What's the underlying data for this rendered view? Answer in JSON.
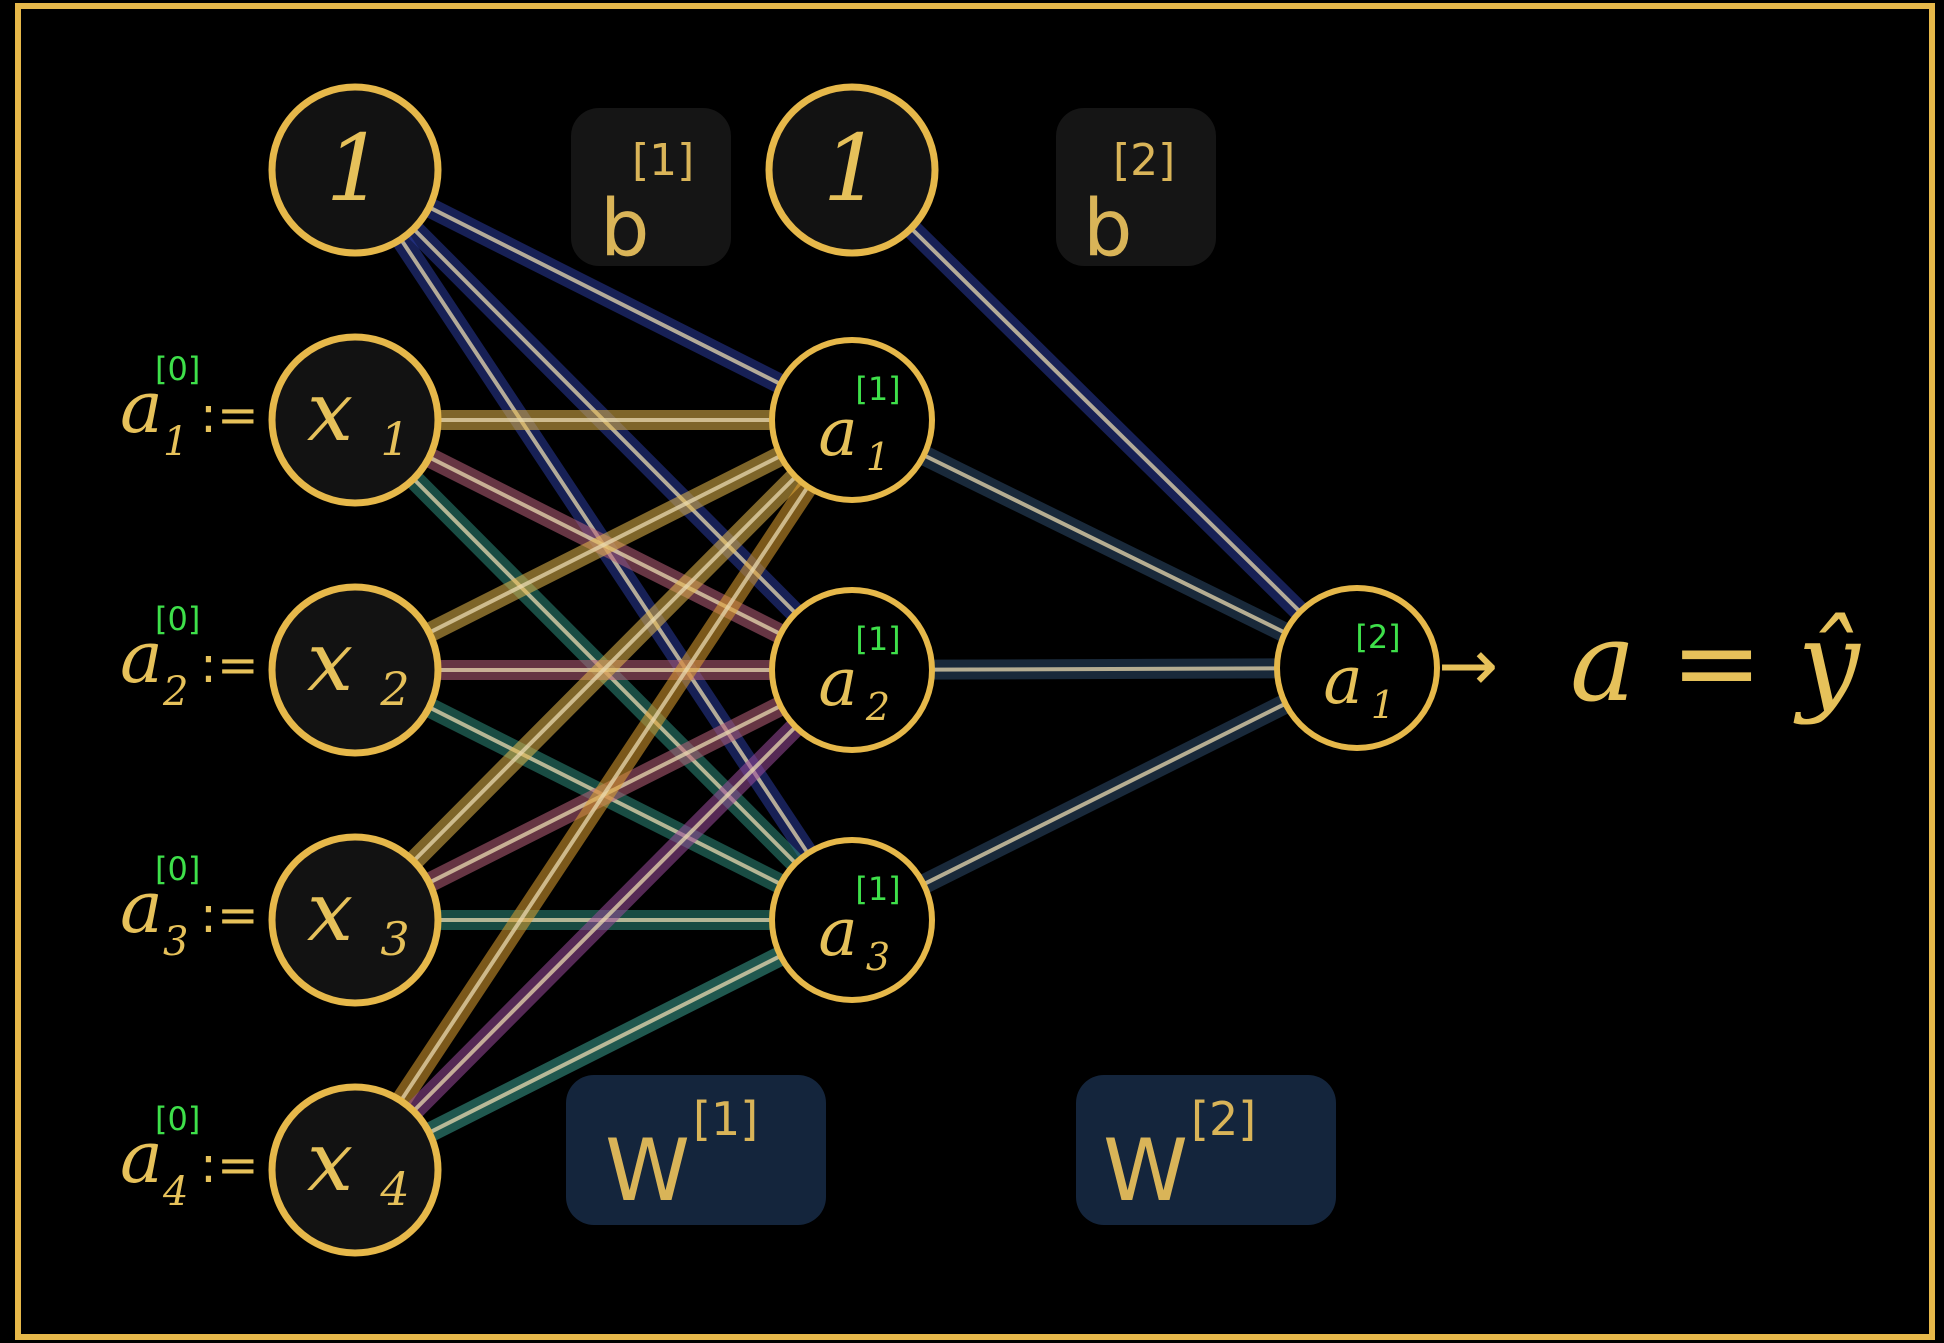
{
  "colors": {
    "background": "#000000",
    "frame": "#e6b84a",
    "node_fill": "#121212",
    "node_stroke": "#e6b84a",
    "text": "#e6c15a",
    "superscript": "#3ee04a",
    "bias_box": "#151515",
    "weight_box": "#14253c",
    "edge_from_bias": "#2a3a9a",
    "edge_from_x1": "#e6b84a",
    "edge_from_x2": "#b9607a",
    "edge_from_x3": "#2d8a7a",
    "edge_from_x4_to_a1": "#e0a030",
    "edge_from_x4_to_a2": "#9a4a9a",
    "edge_from_x4_to_a3": "#3aa090",
    "edge_hidden_to_output": "#2e4a6a"
  },
  "input_layer": {
    "bias_node": {
      "label": "1"
    },
    "nodes": [
      {
        "label": "x",
        "subscript": "1",
        "alias": "a",
        "alias_sub": "1",
        "alias_sup": "[0]",
        "assign": ":="
      },
      {
        "label": "x",
        "subscript": "2",
        "alias": "a",
        "alias_sub": "2",
        "alias_sup": "[0]",
        "assign": ":="
      },
      {
        "label": "x",
        "subscript": "3",
        "alias": "a",
        "alias_sub": "3",
        "alias_sup": "[0]",
        "assign": ":="
      },
      {
        "label": "x",
        "subscript": "4",
        "alias": "a",
        "alias_sub": "4",
        "alias_sup": "[0]",
        "assign": ":="
      }
    ]
  },
  "hidden_layer": {
    "bias_node": {
      "label": "1"
    },
    "nodes": [
      {
        "label": "a",
        "subscript": "1",
        "sup": "[1]"
      },
      {
        "label": "a",
        "subscript": "2",
        "sup": "[1]"
      },
      {
        "label": "a",
        "subscript": "3",
        "sup": "[1]"
      }
    ]
  },
  "output_layer": {
    "node": {
      "label": "a",
      "subscript": "1",
      "sup": "[2]"
    },
    "arrow": "→",
    "result": "a = ŷ"
  },
  "parameter_boxes": {
    "b1": {
      "base": "b",
      "sup": "[1]"
    },
    "b2": {
      "base": "b",
      "sup": "[2]"
    },
    "w1": {
      "base": "W",
      "sup": "[1]"
    },
    "w2": {
      "base": "W",
      "sup": "[2]"
    }
  }
}
